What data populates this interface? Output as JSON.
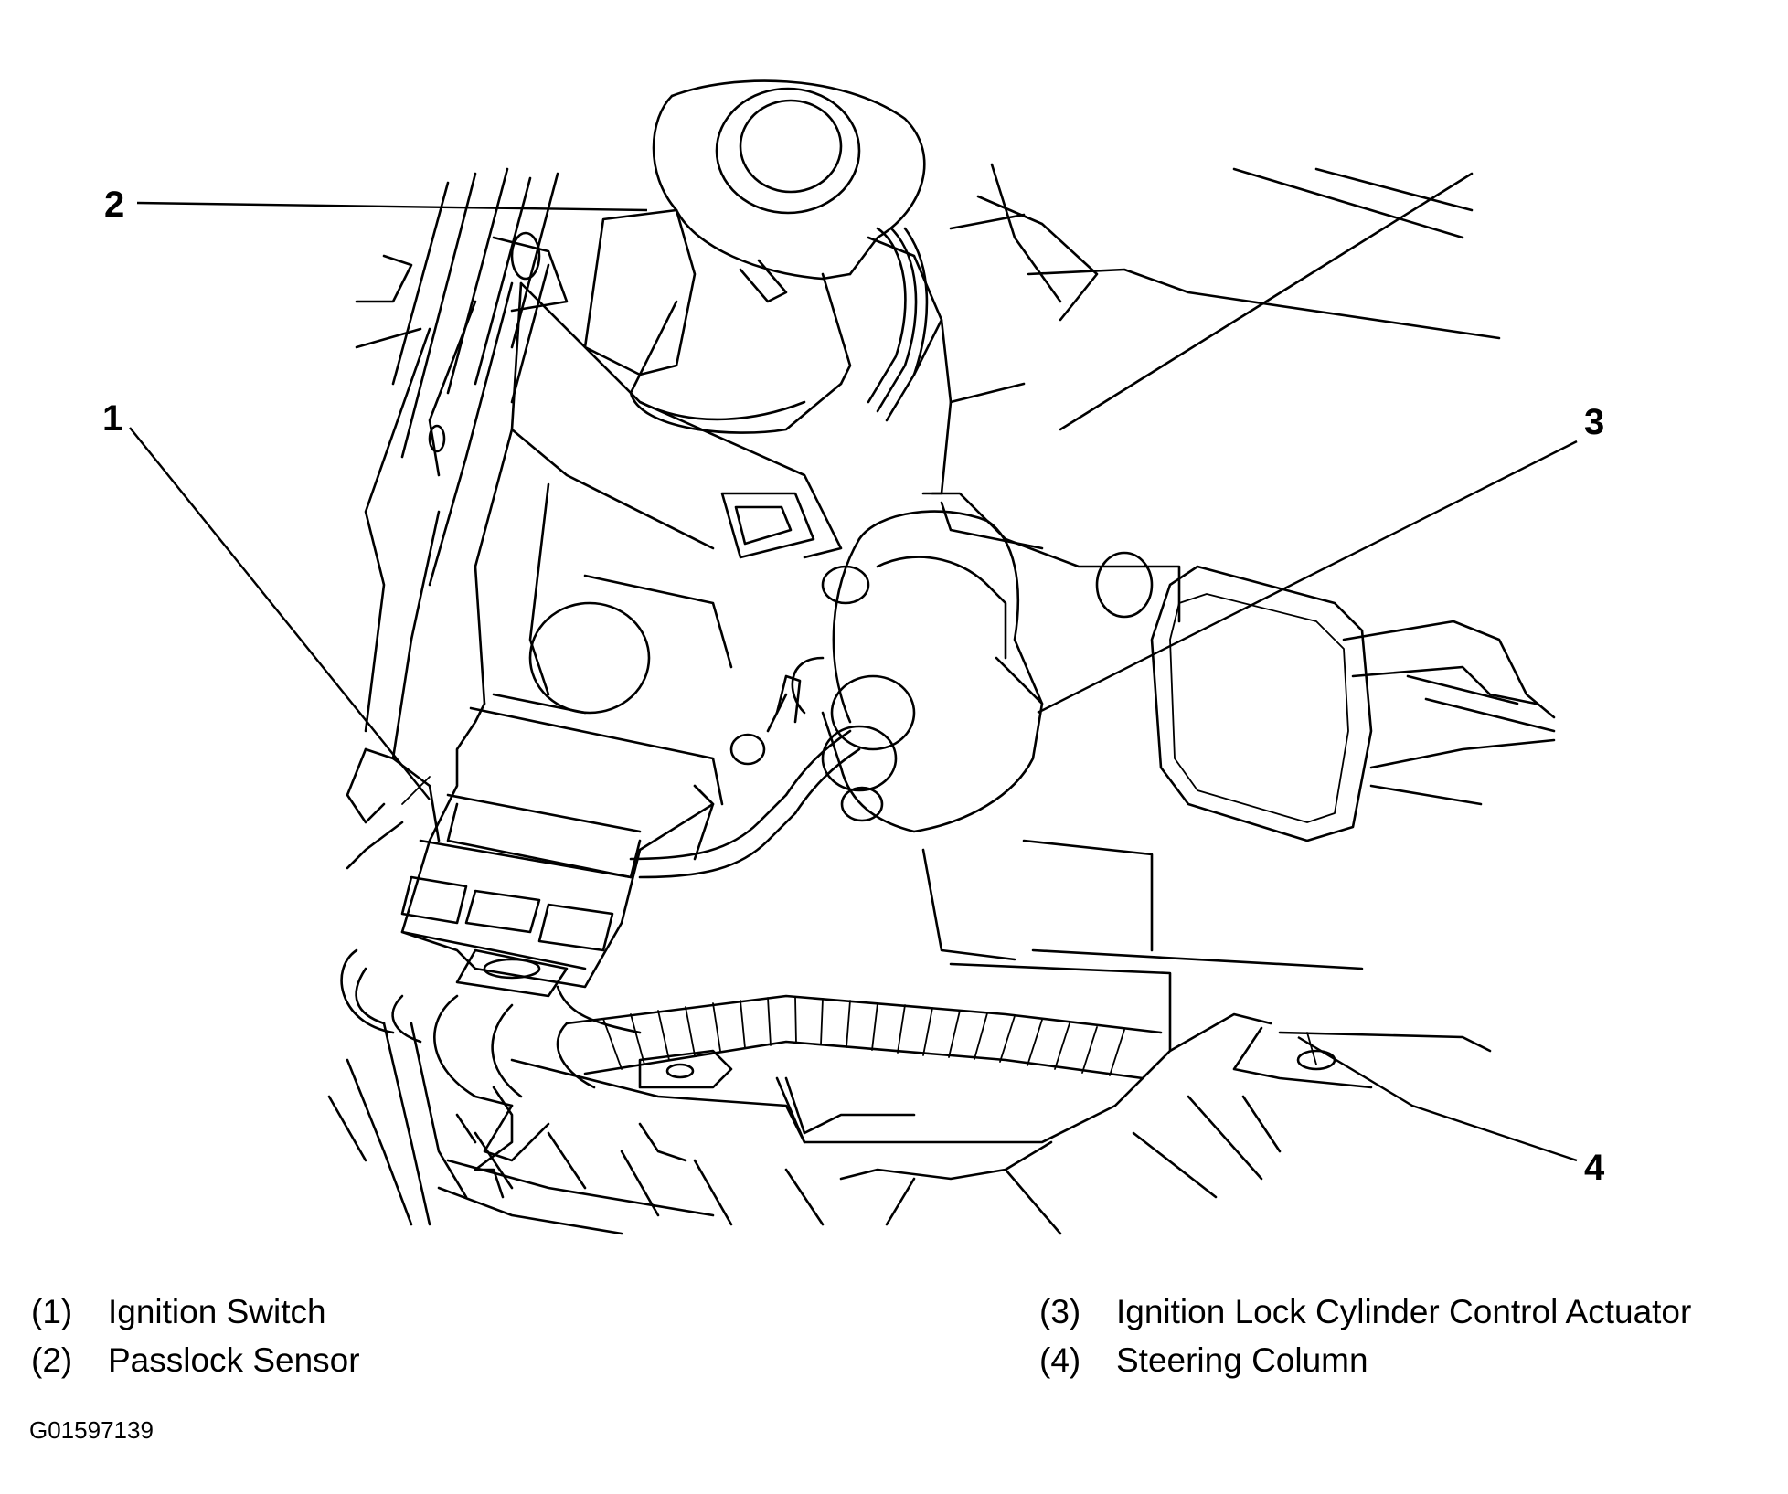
{
  "callouts": {
    "c1": "1",
    "c2": "2",
    "c3": "3",
    "c4": "4"
  },
  "legend": [
    {
      "num": "(1)",
      "label": "Ignition Switch"
    },
    {
      "num": "(2)",
      "label": "Passlock Sensor"
    },
    {
      "num": "(3)",
      "label": "Ignition Lock Cylinder Control Actuator"
    },
    {
      "num": "(4)",
      "label": "Steering Column"
    }
  ],
  "figure_code": "G01597139"
}
